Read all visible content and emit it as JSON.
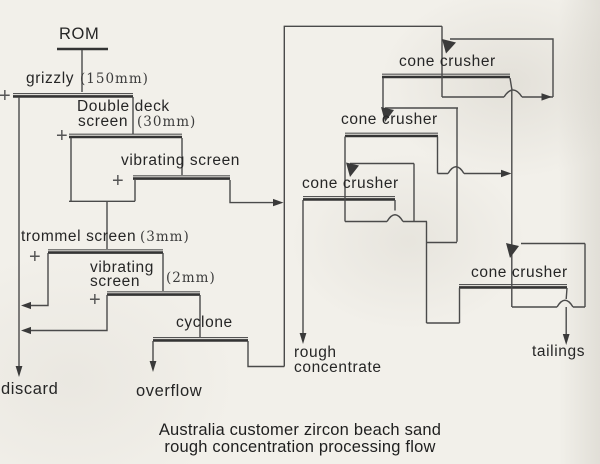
{
  "diagram": {
    "title_lines": [
      "Australia customer zircon beach sand",
      "rough concentration processing flow"
    ],
    "nodes": {
      "rom": "ROM",
      "grizzly": {
        "name": "grizzly",
        "size": "(150mm)"
      },
      "double_deck_screen": {
        "name_line1": "Double deck",
        "name_line2": "screen",
        "size": "(30mm)"
      },
      "vibrating_screen_1": {
        "name": "vibrating screen"
      },
      "trommel_screen": {
        "name": "trommel screen",
        "size": "(3mm)"
      },
      "vibrating_screen_2": {
        "name_line1": "vibrating",
        "name_line2": "screen",
        "size": "(2mm)"
      },
      "cyclone": {
        "name": "cyclone"
      },
      "cone_crusher": "cone crusher"
    },
    "outputs": {
      "discard": "discard",
      "overflow": "overflow",
      "rough_concentrate_line1": "rough",
      "rough_concentrate_line2": "concentrate",
      "tailings": "tailings"
    },
    "oversize_symbol": "+",
    "colors": {
      "paper": "#f2f0ea",
      "ink": "#262626",
      "line": "#4a4a4a"
    }
  }
}
